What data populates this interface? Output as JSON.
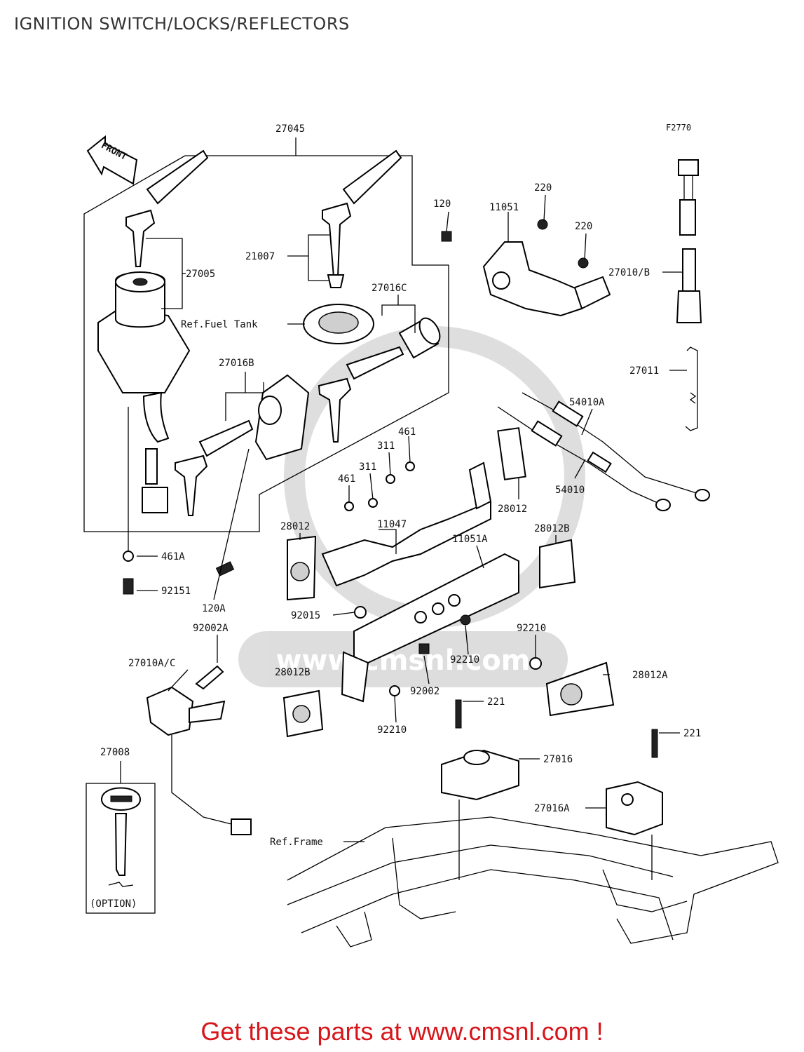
{
  "title": "IGNITION SWITCH/LOCKS/REFLECTORS",
  "figure_code": "F2770",
  "front_label": "FRONT",
  "watermark_text": "www.cmsnl.com",
  "option_label": "(OPTION)",
  "refs": {
    "fuel_tank": "Ref.Fuel Tank",
    "frame": "Ref.Frame"
  },
  "parts": [
    {
      "key": "27045",
      "label": "27045"
    },
    {
      "key": "27005",
      "label": "27005"
    },
    {
      "key": "21007",
      "label": "21007"
    },
    {
      "key": "27016C",
      "label": "27016C"
    },
    {
      "key": "27016B",
      "label": "27016B"
    },
    {
      "key": "120",
      "label": "120"
    },
    {
      "key": "11051",
      "label": "11051"
    },
    {
      "key": "220a",
      "label": "220"
    },
    {
      "key": "220b",
      "label": "220"
    },
    {
      "key": "27010B",
      "label": "27010/B"
    },
    {
      "key": "27011",
      "label": "27011"
    },
    {
      "key": "54010A",
      "label": "54010A"
    },
    {
      "key": "54010",
      "label": "54010"
    },
    {
      "key": "461a",
      "label": "461"
    },
    {
      "key": "311a",
      "label": "311"
    },
    {
      "key": "311b",
      "label": "311"
    },
    {
      "key": "461b",
      "label": "461"
    },
    {
      "key": "28012a",
      "label": "28012"
    },
    {
      "key": "28012b",
      "label": "28012"
    },
    {
      "key": "11047",
      "label": "11047"
    },
    {
      "key": "11051A",
      "label": "11051A"
    },
    {
      "key": "28012B_a",
      "label": "28012B"
    },
    {
      "key": "461A",
      "label": "461A"
    },
    {
      "key": "92151",
      "label": "92151"
    },
    {
      "key": "120A",
      "label": "120A"
    },
    {
      "key": "92015",
      "label": "92015"
    },
    {
      "key": "92210a",
      "label": "92210"
    },
    {
      "key": "92210b",
      "label": "92210"
    },
    {
      "key": "92002A",
      "label": "92002A"
    },
    {
      "key": "27010AC",
      "label": "27010A/C"
    },
    {
      "key": "28012B_b",
      "label": "28012B"
    },
    {
      "key": "92002",
      "label": "92002"
    },
    {
      "key": "28012A",
      "label": "28012A"
    },
    {
      "key": "221a",
      "label": "221"
    },
    {
      "key": "92210c",
      "label": "92210"
    },
    {
      "key": "221b",
      "label": "221"
    },
    {
      "key": "27008",
      "label": "27008"
    },
    {
      "key": "27016",
      "label": "27016"
    },
    {
      "key": "27016A",
      "label": "27016A"
    }
  ],
  "banner": "Get these parts at www.cmsnl.com !",
  "colors": {
    "banner": "#d6161b",
    "title": "#333333"
  }
}
